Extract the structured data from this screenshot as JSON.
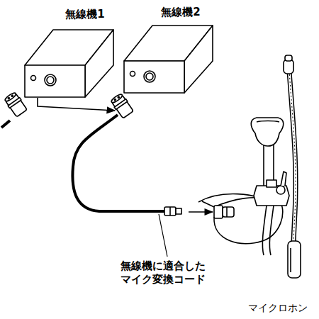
{
  "diagram": {
    "nodes": [
      {
        "text": [
          "無線機1"
        ]
      },
      {
        "text": [
          "無線機2"
        ]
      }
    ],
    "edges": [
      {
        "from": 0,
        "to": 1,
        "arrow": "to"
      }
    ],
    "labels": [
      "無線機に適合した マイク変換コード",
      "マイクロホン"
    ]
  }
}
